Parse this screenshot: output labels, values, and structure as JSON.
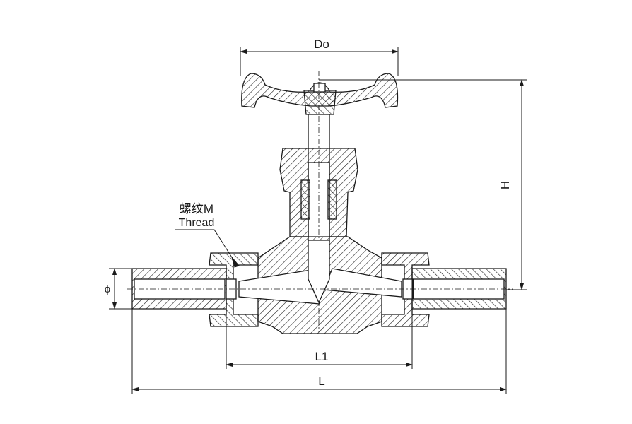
{
  "diagram": {
    "title": "Needle valve dimension drawing",
    "labels": {
      "handwheel_diameter": "Do",
      "height": "H",
      "thread_cn": "螺纹M",
      "thread_en": "Thread",
      "pipe_diameter": "ϕ",
      "inner_length": "L1",
      "overall_length": "L"
    },
    "colors": {
      "line": "#1a1a1a",
      "background": "#ffffff"
    }
  }
}
